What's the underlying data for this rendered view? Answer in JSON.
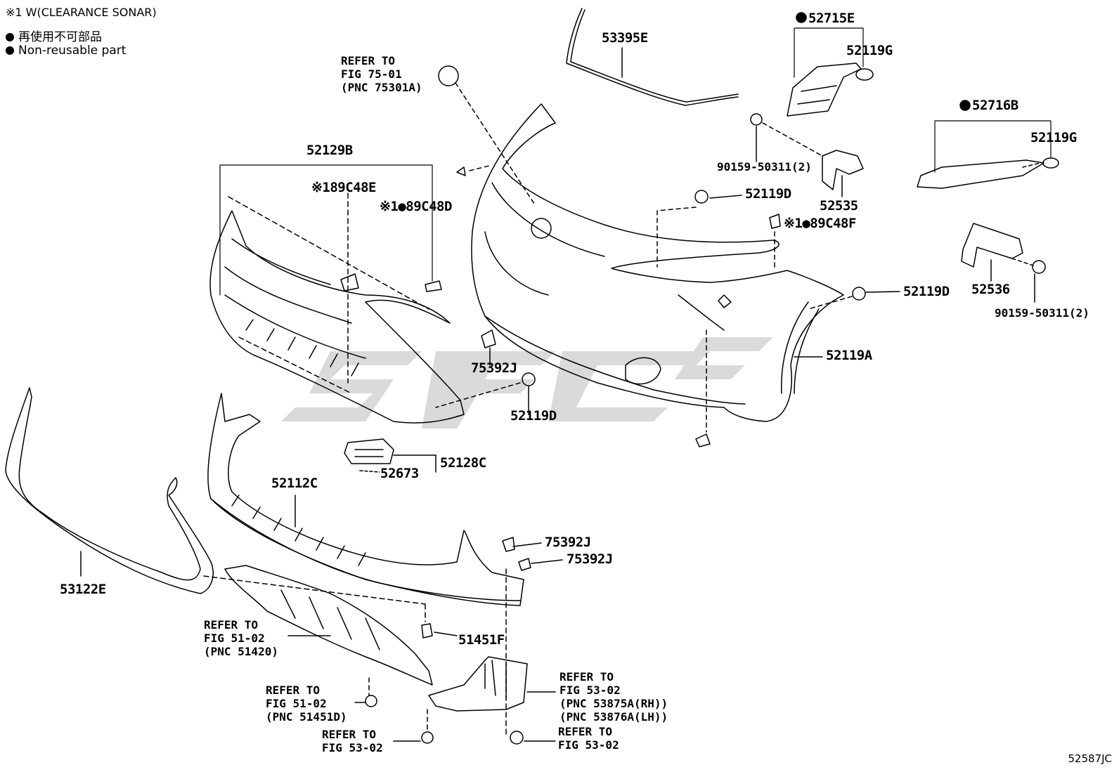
{
  "legend": {
    "note1": "※1 W(CLEARANCE SONAR)",
    "nonreusable_jp": "再使用不可部品",
    "nonreusable_en": "Non-reusable part"
  },
  "document_id": "52587JC",
  "parts": {
    "p53395E": "53395E",
    "p52715E": "52715E",
    "p52119G_a": "52119G",
    "p52716B": "52716B",
    "p52119G_b": "52119G",
    "p90159_a": "90159-50311(2)",
    "p52535": "52535",
    "p52119D_a": "52119D",
    "p89C48F": "※1●89C48F",
    "p52536": "52536",
    "p90159_b": "90159-50311(2)",
    "p52119D_b": "52119D",
    "p52119A": "52119A",
    "p52129B": "52129B",
    "p89C48E": "※189C48E",
    "p89C48D": "※1●89C48D",
    "p75392J_a": "75392J",
    "p52119D_c": "52119D",
    "p52128C": "52128C",
    "p52673": "52673",
    "p52112C": "52112C",
    "p75392J_b": "75392J",
    "p75392J_c": "75392J",
    "p53122E": "53122E",
    "p51451F": "51451F"
  },
  "refs": {
    "emblem": "REFER TO\nFIG 75-01\n(PNC 75301A)",
    "undercover": "REFER TO\nFIG 51-02\n(PNC 51420)",
    "bolt_51451D": "REFER TO\nFIG 51-02\n(PNC 51451D)",
    "bolt_53": "REFER TO\nFIG 53-02",
    "mudguard": "REFER TO\nFIG 53-02\n(PNC 53875A(RH))\n(PNC 53876A(LH))",
    "clip_53": "REFER TO\nFIG 53-02"
  },
  "icons": [
    "filled-dot-icon",
    "bolt-icon",
    "clip-icon",
    "emblem-icon",
    "bracket-icon"
  ]
}
